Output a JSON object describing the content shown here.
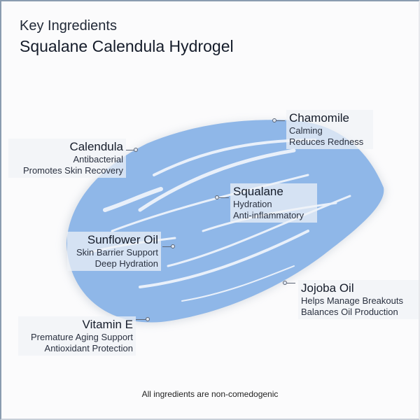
{
  "header": {
    "subtitle": "Key Ingredients",
    "title": "Squalane Calendula Hydrogel"
  },
  "ingredients": [
    {
      "name": "Calendula",
      "benefits": [
        "Antibacterial",
        "Promotes Skin Recovery"
      ]
    },
    {
      "name": "Chamomile",
      "benefits": [
        "Calming",
        "Reduces Redness"
      ]
    },
    {
      "name": "Squalane",
      "benefits": [
        "Hydration",
        "Anti-inflammatory"
      ]
    },
    {
      "name": "Sunflower Oil",
      "benefits": [
        "Skin Barrier Support",
        "Deep Hydration"
      ]
    },
    {
      "name": "Jojoba Oil",
      "benefits": [
        "Helps Manage Breakouts",
        "Balances Oil Production"
      ]
    },
    {
      "name": "Vitamin E",
      "benefits": [
        "Premature Aging Support",
        "Antioxidant Protection"
      ]
    }
  ],
  "footer": "All ingredients are non-comedogenic",
  "colors": {
    "gel": "#8fb7e8",
    "text": "#151c2a"
  }
}
